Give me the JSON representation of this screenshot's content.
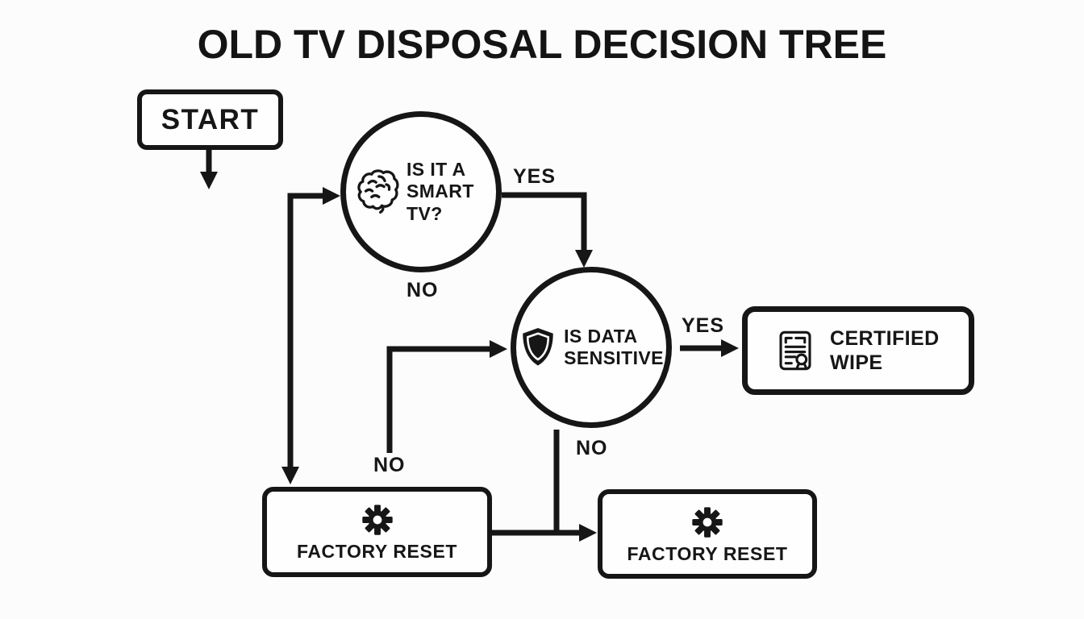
{
  "title": "OLD TV DISPOSAL DECISION TREE",
  "colors": {
    "ink": "#161616",
    "background": "#fcfcfc"
  },
  "nodes": {
    "start": {
      "label": "START"
    },
    "smart_tv_question": {
      "icon": "brain-icon",
      "line1": "IS IT A",
      "line2": "SMART TV?"
    },
    "data_sensitive_question": {
      "icon": "shield-icon",
      "line1": "IS DATA",
      "line2": "SENSITIVE"
    },
    "certified_wipe": {
      "icon": "certificate-icon",
      "line1": "CERTIFIED",
      "line2": "WIPE"
    },
    "factory_reset_left": {
      "icon": "gear-icon",
      "label": "FACTORY RESET"
    },
    "factory_reset_right": {
      "icon": "gear-icon",
      "label": "FACTORY RESET"
    }
  },
  "edge_labels": {
    "smart_tv_yes": "YES",
    "smart_tv_no": "NO",
    "data_sensitive_yes": "YES",
    "data_sensitive_no": "NO",
    "branch_no": "NO"
  }
}
